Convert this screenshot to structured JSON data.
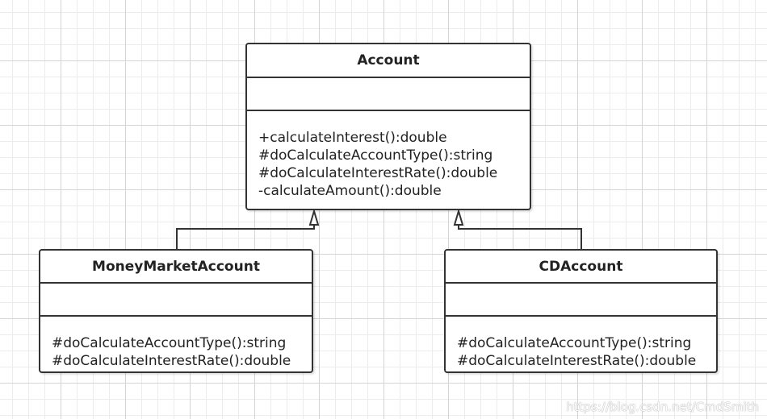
{
  "diagram": {
    "classes": {
      "account": {
        "name": "Account",
        "operations": [
          "+calculateInterest():double",
          "#doCalculateAccountType():string",
          "#doCalculateInterestRate():double",
          "-calculateAmount():double"
        ]
      },
      "money_market": {
        "name": "MoneyMarketAccount",
        "operations": [
          "#doCalculateAccountType():string",
          "#doCalculateInterestRate():double"
        ]
      },
      "cd": {
        "name": "CDAccount",
        "operations": [
          "#doCalculateAccountType():string",
          "#doCalculateInterestRate():double"
        ]
      }
    },
    "relations": [
      {
        "type": "generalization",
        "from": "MoneyMarketAccount",
        "to": "Account"
      },
      {
        "type": "generalization",
        "from": "CDAccount",
        "to": "Account"
      }
    ]
  },
  "watermark": "https://blog.csdn.net/CmdSmith"
}
